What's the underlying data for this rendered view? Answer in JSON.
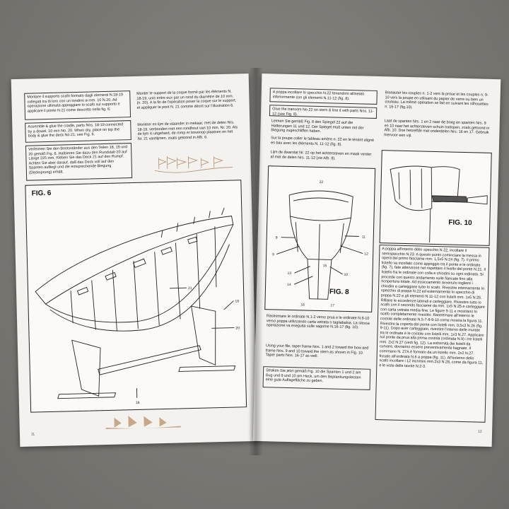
{
  "left_page": {
    "blocks": [
      {
        "id": "it",
        "text": "Montare il supporto scafo formato dagli elementi N.18-19 collegati tra di loro con un tondino ø mm. 10 N.20. Ad operazione ultimata appoggiare lo scafo sul supporto e applicare il ponte N.21 come descritto nella fig. 6."
      },
      {
        "id": "fr",
        "text": "Monter le support de la coque formé par les éléments N. 18-19, unis entre eux par un rond du diamètre de 10 mm. (n. 20). A la fin de l'opération poser la coque sur le support, et appliquer le pont N. 21 comme décrit sur l'illustration 6."
      },
      {
        "id": "en",
        "text": "Assemble & glue the cradle, parts Nos. 18-19 connected by a dowel, 10 mm No. 20. When dry, place on top the body & glue the deck No.21, see Fig. 6."
      },
      {
        "id": "nl",
        "text": "Monteer en lijm de staander in mekaar, met de delen Nrs. 18-19, verbonden met een rondhout van 10 mm, Nr. 20. Als de lijm is uitgehard, de romp er bovenop plaatsen en het Nr. 21 vastlijmen, zoals getoond in Afb. 6."
      },
      {
        "id": "de",
        "text": "Verleimen Sie den Bootsständer aus den Teilen 18, 19 und 20 gemäß Fig. 6. Halbieren Sie dazu den Rundstab 20 auf Länge 225 mm. Kleben Sie das Deck 21 auf den Rumpf. Achten Sie aber darauf, daß das Deck voll auf den Spanten aufliegt und die entsprechende Biegung (Decksprung) erhält."
      }
    ],
    "figure_label": "FIG. 6",
    "figure_parts": [
      "21",
      "19",
      "20",
      "18"
    ],
    "page_number": "11"
  },
  "right_page": {
    "blocks": [
      {
        "id": "it",
        "text": "A poppa incollare lo specchio N.22 tenendolo allineato inferiormente con gli elementi N.11-12 (fig. 8)."
      },
      {
        "id": "en",
        "text": "Glue the transom No 22 on stern & line it with parts Nos. 11-12 (see Fig. 8)."
      },
      {
        "id": "de",
        "text": "Leimen Sie gemäß Fig. 8 den Spiegel 22 auf die Halterungen 11 und 12. Der Spiegel muß unten mit der Biegung zugeschliffen haben."
      },
      {
        "id": "fr",
        "text": "Sur la poupe coller le tableau arrière n. 22 en le tenant aligné en bas avec les éléments N. 11-12 (fig. 8)."
      },
      {
        "id": "nl",
        "text": "Lijm de dwarslat Nr. 22 op het achtersteven en maak verder af met de delen Nrs. 11-12 (zie Afb. 8)."
      },
      {
        "id": "fr2",
        "text": "Biseauter les couples n. 1-2 vers la proue et les couples n. 9-10 vers la poupe en utilisant du papier de verre ou bien un couteau. La même opération se fait en suivant les silhouettes n. 16-17 (fig.10)."
      },
      {
        "id": "nl2",
        "text": "Laat de spanten Nrs. 1 en 2 naar de boeg en spanten Nrs. 9 en 10 naar het achtersteven schuin toelopen, zoals getoond in Afb. 10. Doe hetzelfde met onderdelen Nrs. 16 en 17. Gebruik hiervoor een vijl."
      },
      {
        "id": "it2",
        "text": "Rastremare le ordinate N.1-2 verso prua e le ordinate N.9-10 verso poppa utilizzando carta vetrata o tagliabalsa. La stessa operazione va eseguita sulle sagome N.16-17 (fig. 10)."
      },
      {
        "id": "en2",
        "text": "Using your file, taper frame Nos. 1 and 2 toward the bow and frame Nos. 9 and 10 toward the stern as shown in Fig. 10. Taper parts Nos. 16-17 as well."
      },
      {
        "id": "de2",
        "text": "Straken Sie jetzt gemäß Fig. 10 die Spanten 1 und 2 am Bug und 9 und 10 am Heck, um den Beplankungsleisten eine gute Auflagefläche zu geben."
      },
      {
        "id": "it3",
        "text": "A poppa all'interno dello specchio N.22, incollare il semispecchio N.23. A questo punto cominciare la messa in opera del primo fasciame mm. 1,5x5 N.24 (fig. 7). Il primo listello va incollato come appoggio tra il ponte e le ordinate (fig. 7), fate attenzione nel rispettare il livello del ponte N.21. Il listello fra le ordinate con colla e chiodini su ogni ordinata. Si procede con questo andamento sulle fiancate fino alla ricopertura totale. Ad essiccamento avvenuto togliere i chiodini e carteggiare tutto lo scafo. Rivestire internamente lo specchio di poppa N.22 ed esternamente lo specchio di poppa N.22 e gli elementi N.11-12 con listelli mm. 1x5 N.25. Rifilare le eccedenze laterali e carteggiare. Rivestire tutto lo scafo con il secondo fasciame da mm. 1x5 N.25 e carteggiare con carta vetrata media-fine. Le figure 9-11 e mostrano lo scafo completamente rivestito. Rastremare all'interno le costole delle ordinate N.5-7-8-9-10 come mostra la figura 11. Rivestire la coperta del ponte con listelli mm. 0,5x3 N.26 (fig. 9-11). Dopo aver carteggiato, rivestire l'interno delle murate tra le ordinate e le costole con listelli mm. 1x3 N.27. Applicare sul ponte da prua alla prima costola (ordinata N.9) i tre listelli mm. 2x2 N.27 (vedi fig. 12). La estremità dei listelli da curvare, dovranno essere preventivamente bagnate. Il corrimano N. 27A è formato da un listello mm. 2x2 N.27 fissato all'ordinata N.6 a poppa (fig. 11). All'esterno dello scafo incollare i 12 incrimini mm.2x3 N.28, come da figura 11, e le viste delle tavole N.2-3."
      }
    ],
    "fig8_label": "FIG. 8",
    "fig8_parts": [
      "22",
      "11",
      "12",
      "8",
      "9",
      "10",
      "13",
      "14",
      "15",
      "16",
      "17"
    ],
    "fig10_label": "FIG. 10",
    "page_number": "12"
  }
}
